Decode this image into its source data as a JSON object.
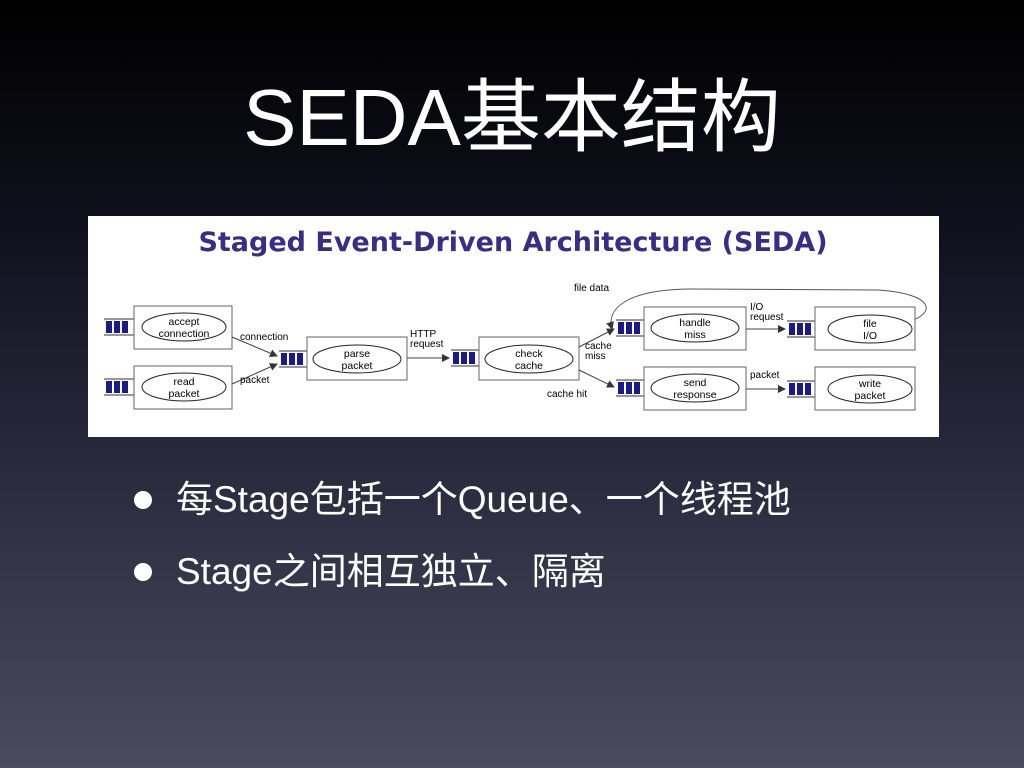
{
  "slide": {
    "title": "SEDA基本结构",
    "bullets": [
      "每Stage包括一个Queue、一个线程池",
      "Stage之间相互独立、隔离"
    ]
  },
  "figure": {
    "title": "Staged Event-Driven Architecture (SEDA)",
    "title_color": "#3a2d86",
    "queue_color": "#1a1a8c",
    "stages": [
      {
        "id": "accept",
        "lines": [
          "accept",
          "connection"
        ]
      },
      {
        "id": "read",
        "lines": [
          "read",
          "packet"
        ]
      },
      {
        "id": "parse",
        "lines": [
          "parse",
          "packet"
        ]
      },
      {
        "id": "check",
        "lines": [
          "check",
          "cache"
        ]
      },
      {
        "id": "handle",
        "lines": [
          "handle",
          "miss"
        ]
      },
      {
        "id": "send",
        "lines": [
          "send",
          "response"
        ]
      },
      {
        "id": "file",
        "lines": [
          "file",
          "I/O"
        ]
      },
      {
        "id": "write",
        "lines": [
          "write",
          "packet"
        ]
      }
    ],
    "edge_labels": {
      "connection": "connection",
      "packet_in": "packet",
      "http_request": [
        "HTTP",
        "request"
      ],
      "cache_miss": [
        "cache",
        "miss"
      ],
      "cache_hit": "cache hit",
      "io_request": [
        "I/O",
        "request"
      ],
      "packet_out": "packet",
      "file_data": "file data"
    }
  }
}
